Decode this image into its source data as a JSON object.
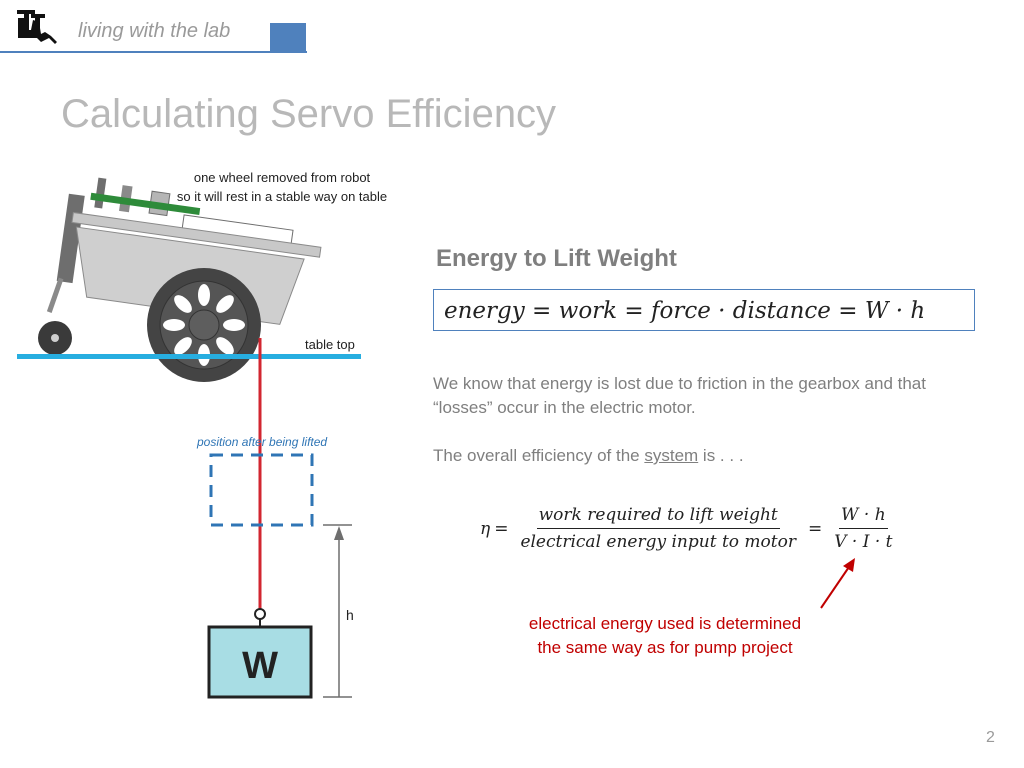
{
  "header": {
    "tagline": "living with the lab",
    "accent_color": "#4f81bd"
  },
  "slide": {
    "title": "Calculating Servo Efficiency",
    "page_number": "2"
  },
  "illustration": {
    "caption_wheel": [
      "one wheel removed from robot",
      "so it will rest in a stable way on table"
    ],
    "table_label": "table top",
    "lifted_label": "position after being lifted",
    "weight_label": "W",
    "height_label": "h",
    "table_color": "#27aee0",
    "string_color": "#d22630",
    "weight_fill": "#a8dde4"
  },
  "energy": {
    "heading": "Energy to Lift Weight",
    "formula": "energy = work = force  · distance = W · h"
  },
  "text": {
    "losses_paragraph": "We know that energy is lost due to friction in the gearbox and that “losses” occur in the electric motor.",
    "efficiency_prefix": "The overall efficiency of the ",
    "efficiency_link": "system",
    "efficiency_suffix": " is . . ."
  },
  "efficiency": {
    "symbol": "η",
    "equals": "=",
    "numerator": "work required to lift weight",
    "denominator": "electrical energy input to motor",
    "numerator2": "W · h",
    "denominator2": "V · I · t"
  },
  "callout": {
    "line1": "electrical energy used is determined",
    "line2": "the same way as for pump project",
    "color": "#c00000"
  }
}
